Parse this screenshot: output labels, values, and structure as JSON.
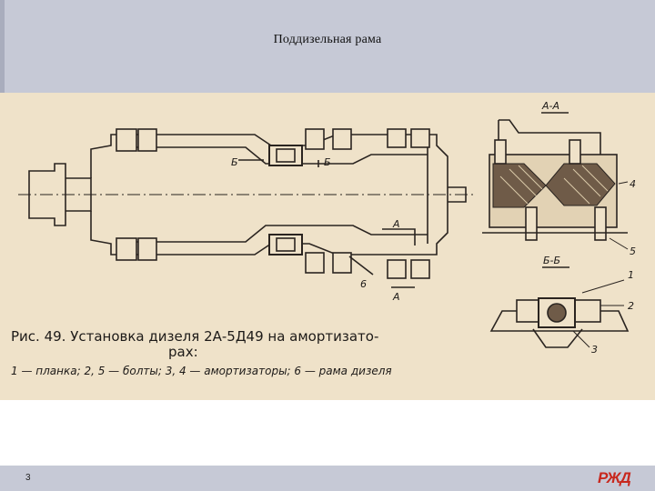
{
  "slide": {
    "title": "Поддизельная рама",
    "page_number": "3",
    "logo_text": "РЖД"
  },
  "figure": {
    "section_aa": "А-А",
    "section_bb": "Б-Б",
    "marker_a": "А",
    "marker_b": "Б",
    "callout_1": "1",
    "callout_2": "2",
    "callout_3": "3",
    "callout_4": "4",
    "callout_5": "5",
    "callout_6": "6",
    "caption_line1": "Рис. 49. Установка дизеля  2А-5Д49 на амортизато-",
    "caption_line2": "рах:",
    "legend": "1 — планка; 2, 5 — болты; 3, 4 — амортизаторы; 6 — рама дизеля"
  }
}
